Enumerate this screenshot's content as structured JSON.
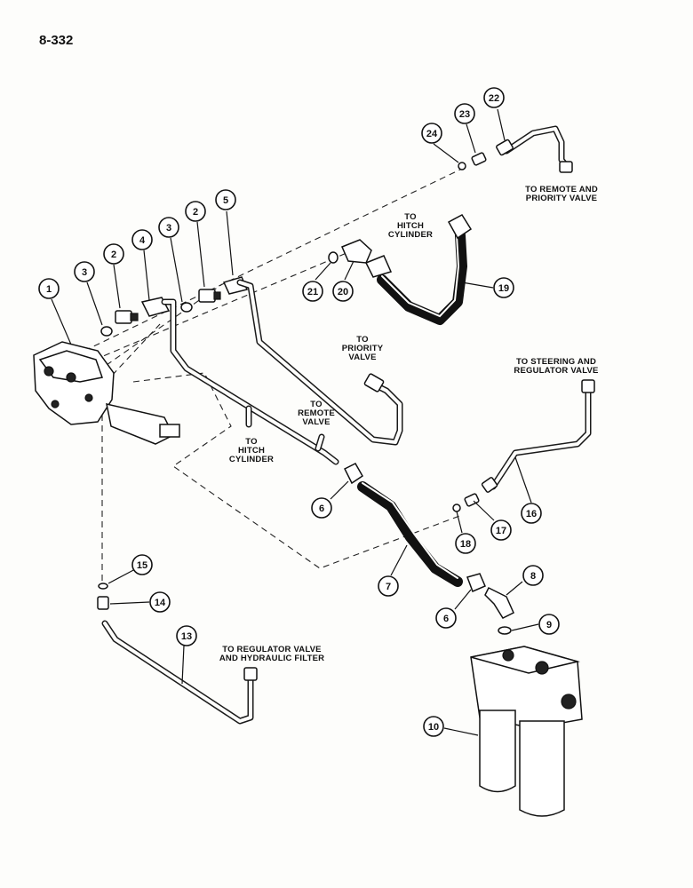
{
  "page_number": "8-332",
  "labels": {
    "to_remote_priority": [
      "TO REMOTE AND",
      "PRIORITY VALVE"
    ],
    "to_hitch_top": [
      "TO",
      "HITCH",
      "CYLINDER"
    ],
    "to_priority": [
      "TO",
      "PRIORITY",
      "VALVE"
    ],
    "to_steering_regulator": [
      "TO STEERING AND",
      "REGULATOR VALVE"
    ],
    "to_remote": [
      "TO",
      "REMOTE",
      "VALVE"
    ],
    "to_hitch_bottom": [
      "TO",
      "HITCH",
      "CYLINDER"
    ],
    "to_regulator_filter": [
      "TO REGULATOR VALVE",
      "AND HYDRAULIC FILTER"
    ]
  },
  "callouts": {
    "c1": "1",
    "c2a": "2",
    "c3a": "3",
    "c4": "4",
    "c3b": "3",
    "c2b": "2",
    "c5": "5",
    "c6a": "6",
    "c6b": "6",
    "c7": "7",
    "c8": "8",
    "c9": "9",
    "c10": "10",
    "c13": "13",
    "c14": "14",
    "c15": "15",
    "c16": "16",
    "c17": "17",
    "c18": "18",
    "c19": "19",
    "c20": "20",
    "c21": "21",
    "c22": "22",
    "c23": "23",
    "c24": "24"
  }
}
